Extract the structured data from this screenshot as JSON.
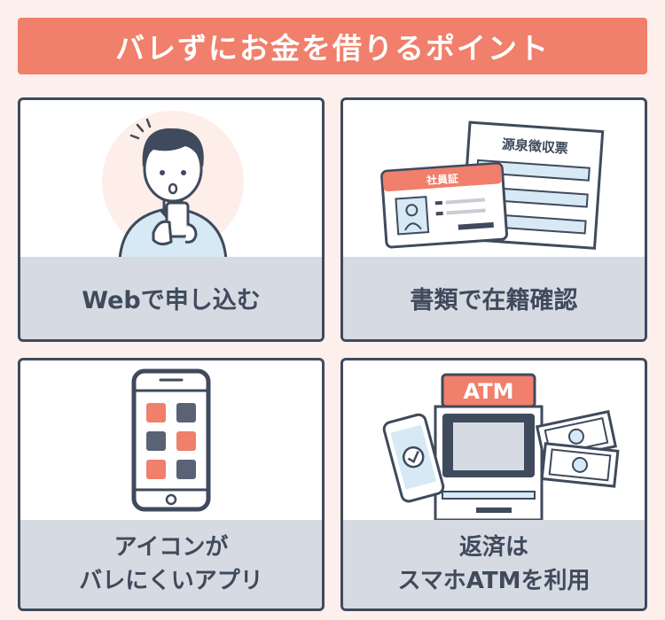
{
  "title": "バレずにお金を借りるポイント",
  "cards": [
    {
      "label": "Webで申し込む",
      "icon": "person-with-smartphone-icon"
    },
    {
      "label": "書類で在籍確認",
      "icon": "documents-icon",
      "doc_label": "源泉徴収票",
      "id_label": "社員証"
    },
    {
      "label_line1": "アイコンが",
      "label_line2": "バレにくいアプリ",
      "icon": "smartphone-apps-icon"
    },
    {
      "label_line1": "返済は",
      "label_line2": "スマホATMを利用",
      "icon": "atm-icon",
      "atm_label": "ATM"
    }
  ],
  "colors": {
    "background": "#fdf0ec",
    "accent": "#f07f6b",
    "navy": "#3f4a5c",
    "label_bg": "#d6dbe3",
    "light_blue": "#d7e9f5"
  }
}
